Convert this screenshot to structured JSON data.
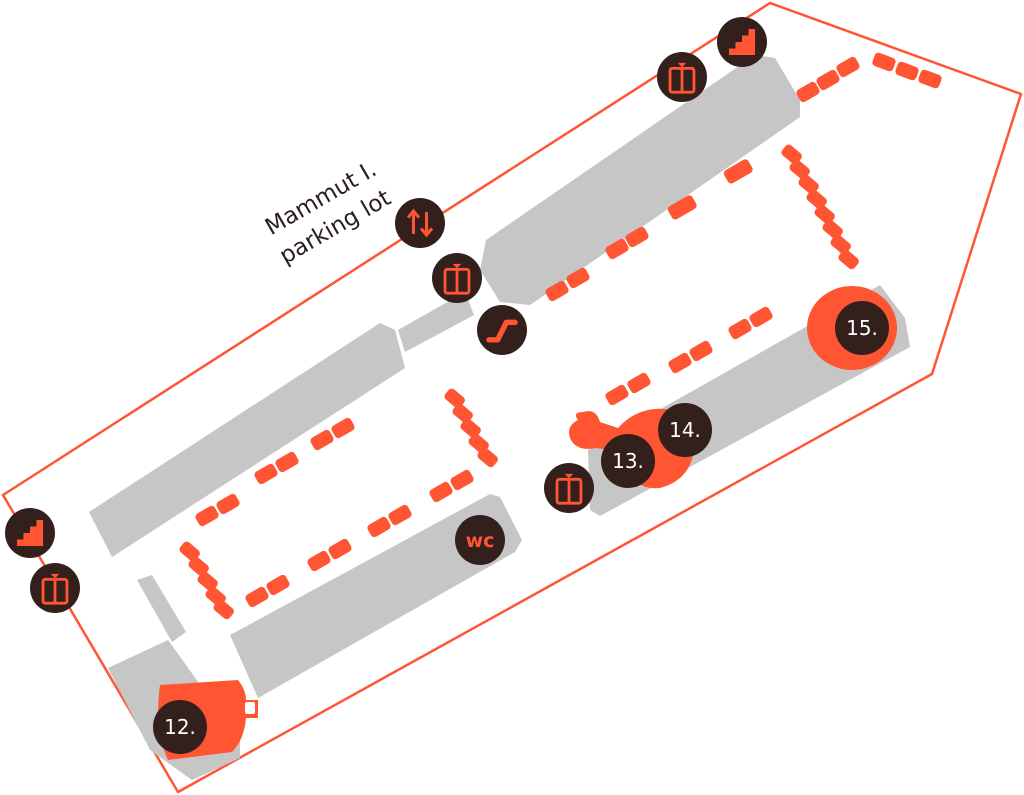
{
  "map": {
    "parking_label_line1": "Mammut I.",
    "parking_label_line2": "parking lot",
    "colors": {
      "accent": "#ff5533",
      "dark": "#33201c",
      "block": "#c6c6c6",
      "outline": "#ff5533",
      "text_light": "#ffffff"
    }
  },
  "locations": [
    {
      "id": "12",
      "label": "12."
    },
    {
      "id": "13",
      "label": "13."
    },
    {
      "id": "14",
      "label": "14."
    },
    {
      "id": "15",
      "label": "15."
    }
  ],
  "facilities": {
    "wc_label": "wc",
    "icons": [
      "stairs-icon",
      "elevator-icon",
      "escalator-icon",
      "parking-transfer-icon",
      "wc-icon"
    ]
  }
}
